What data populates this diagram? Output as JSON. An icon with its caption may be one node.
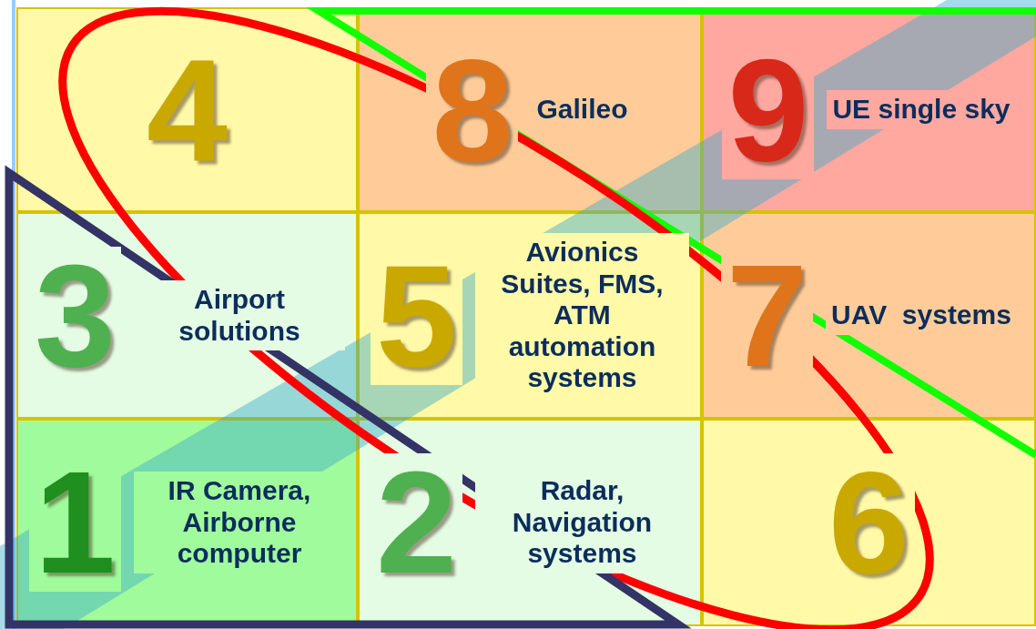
{
  "diagram": {
    "nodes": [
      {
        "text": [
          "4"
        ]
      },
      {
        "text": [
          "8",
          "Galileo"
        ]
      },
      {
        "text": [
          "9",
          "UE single sky"
        ]
      },
      {
        "text": [
          "3",
          "Airport solutions"
        ]
      },
      {
        "text": [
          "5",
          "Avionics Suites, FMS, ATM automation systems"
        ]
      },
      {
        "text": [
          "7",
          "UAV  systems"
        ]
      },
      {
        "text": [
          "1",
          "IR Camera, Airborne computer"
        ]
      },
      {
        "text": [
          "2",
          "Radar, Navigation systems"
        ]
      },
      {
        "text": [
          "6"
        ]
      }
    ]
  }
}
